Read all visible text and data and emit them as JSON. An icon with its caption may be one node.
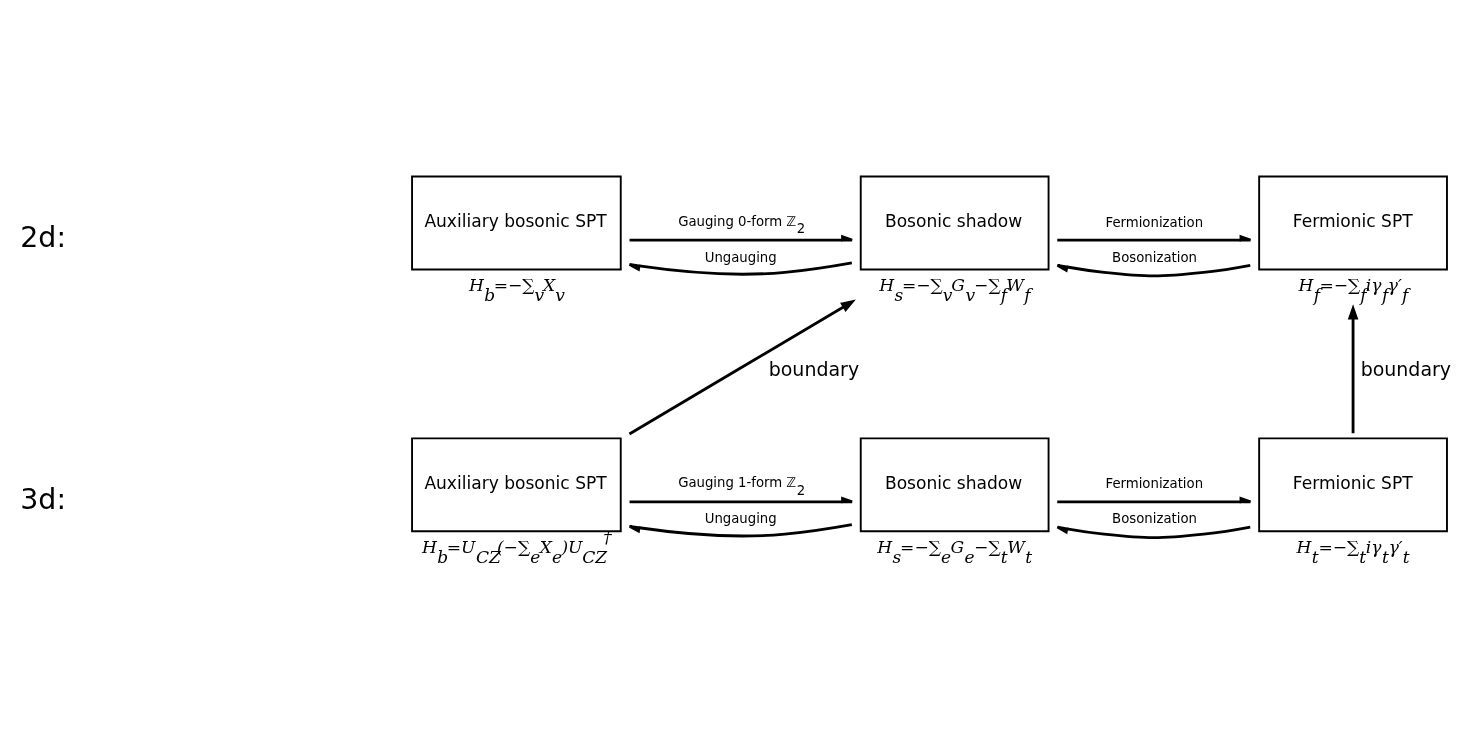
{
  "diagram": {
    "nodes": [
      {
        "text": [
          "Auxiliary bosonic SPT"
        ],
        "beside": [
          "H$_{b}$=−∑$_{v}$X$_{v}$"
        ]
      },
      {
        "text": [
          "Bosonic shadow"
        ],
        "beside": [
          "H$_{s}$=−∑$_{v}$G$_{v}$−∑$_{f}$W$_{f}$"
        ]
      },
      {
        "text": [
          "Fermionic SPT"
        ],
        "beside": [
          "H$_{f}$=−∑$_{f}$iγ$_{f}$γ′$_{f}$"
        ]
      },
      {
        "text": [
          "Auxiliary bosonic SPT"
        ],
        "beside": [
          "H$_{b}$=U$_{CZ}$(−∑$_{e}$X$_{e}$)U$_{CZ}$$^{†}$"
        ]
      },
      {
        "text": [
          "Bosonic shadow"
        ],
        "beside": [
          "H$_{s}$=−∑$_{e}$G$_{e}$−∑$_{t}$W$_{t}$"
        ]
      },
      {
        "text": [
          "Fermionic SPT"
        ],
        "beside": [
          "H$_{t}$=−∑$_{t}$iγ$_{t}$γ′$_{t}$"
        ]
      }
    ],
    "edges": [
      {
        "from": 0,
        "to": 1,
        "arrow": "to",
        "label": "Gauging 0-form ℤ$_{2}$"
      },
      {
        "from": 1,
        "to": 0,
        "arrow": "to",
        "label": "Ungauging"
      },
      {
        "from": 1,
        "to": 2,
        "arrow": "to",
        "label": "Fermionization"
      },
      {
        "from": 2,
        "to": 1,
        "arrow": "to",
        "label": "Bosonization"
      },
      {
        "from": 3,
        "to": 4,
        "arrow": "to",
        "label": "Gauging 1-form ℤ$_{2}$"
      },
      {
        "from": 4,
        "to": 3,
        "arrow": "to",
        "label": "Ungauging"
      },
      {
        "from": 4,
        "to": 5,
        "arrow": "to",
        "label": "Fermionization"
      },
      {
        "from": 5,
        "to": 4,
        "arrow": "to",
        "label": "Bosonization"
      },
      {
        "from": 3,
        "to": 1,
        "arrow": "to",
        "label": "boundary"
      },
      {
        "from": 5,
        "to": 2,
        "arrow": "to",
        "label": "boundary"
      }
    ],
    "labels": [
      "2d:",
      "3d:"
    ]
  }
}
